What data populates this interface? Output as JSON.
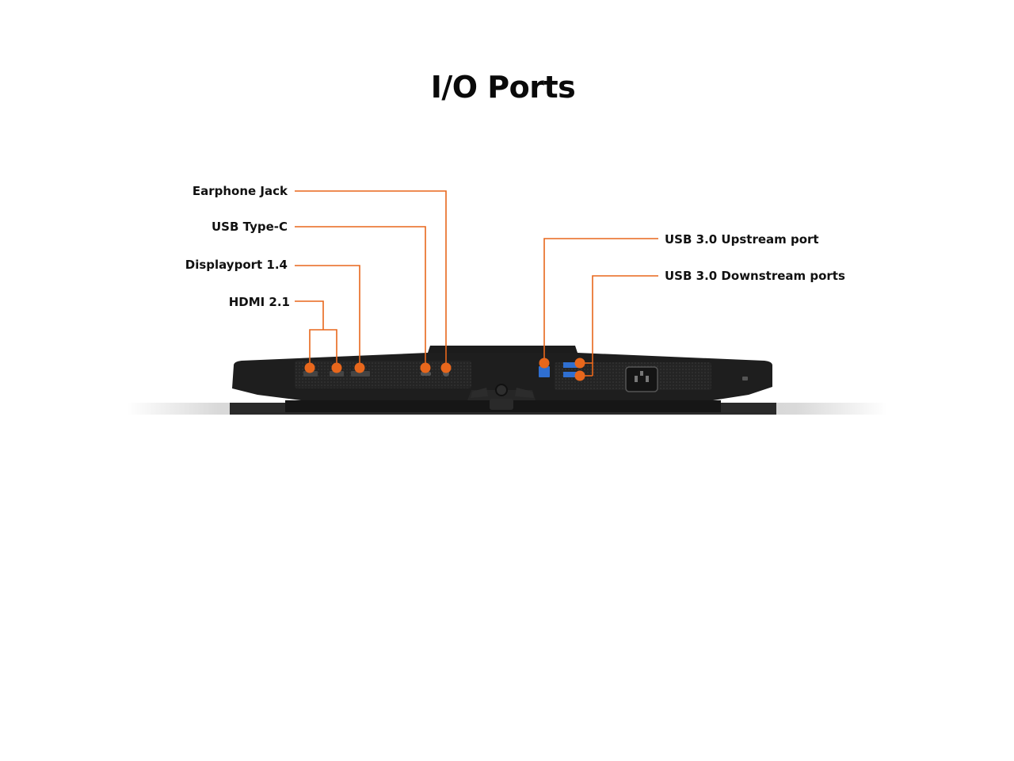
{
  "title": "I/O Ports",
  "accent_color": "#e8671c",
  "device_color": "#1e1e1e",
  "labels": {
    "earphone_jack": "Earphone Jack",
    "usb_type_c": "USB Type-C",
    "displayport": "Displayport 1.4",
    "hdmi": "HDMI 2.1",
    "usb_upstream": "USB 3.0 Upstream port",
    "usb_downstream": "USB 3.0 Downstream ports"
  }
}
